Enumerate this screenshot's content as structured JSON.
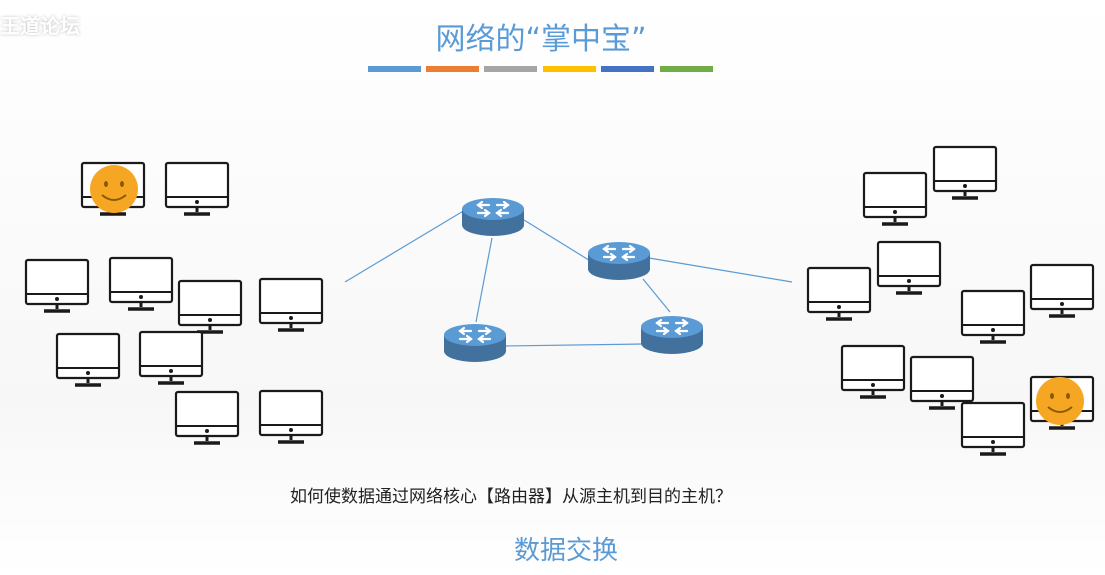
{
  "watermark": "王道论坛",
  "title": "网络的“掌中宝”",
  "color_bars": [
    "#5b9bd5",
    "#ed7d31",
    "#a5a5a5",
    "#ffc000",
    "#4472c4",
    "#70ad47"
  ],
  "question": "如何使数据通过网络核心【路由器】从源主机到目的主机？",
  "answer": "数据交换",
  "colors": {
    "router": "#5b9bd5",
    "link": "#5b9bd5",
    "smiley": "#f5a623",
    "monitor": "#1a1a1a"
  },
  "icons": {
    "host": "computer-monitor-icon",
    "router": "router-icon",
    "user": "smiley-face-icon"
  }
}
